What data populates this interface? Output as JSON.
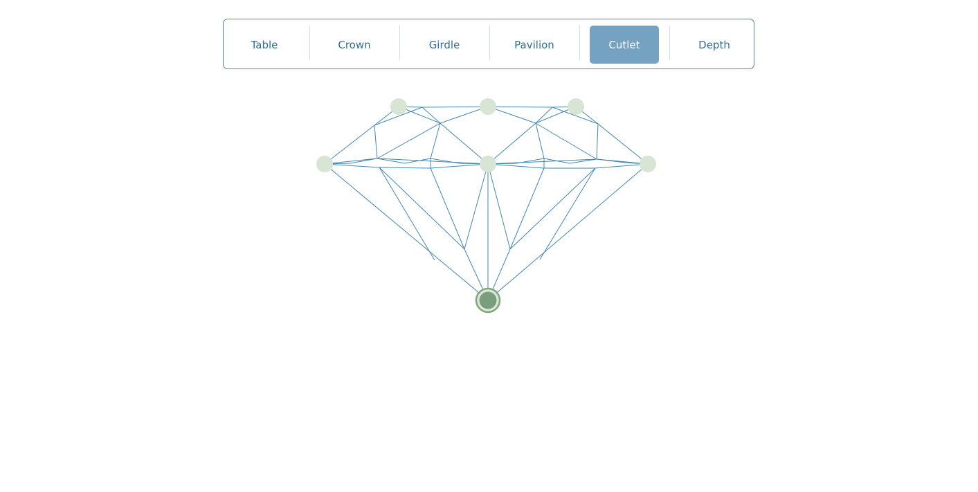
{
  "tabs": [
    {
      "label": "Table",
      "active": false
    },
    {
      "label": "Crown",
      "active": false
    },
    {
      "label": "Girdle",
      "active": false
    },
    {
      "label": "Pavilion",
      "active": false
    },
    {
      "label": "Cutlet",
      "active": true
    },
    {
      "label": "Depth",
      "active": false
    }
  ],
  "colors": {
    "border": "#4a86a8",
    "tab_text": "#2e6f92",
    "active_tab_bg": "#76a2c2",
    "facet_stroke": "#3f86b3",
    "handle_fill": "#d8e4d4",
    "active_handle": "#7a9d7e"
  }
}
